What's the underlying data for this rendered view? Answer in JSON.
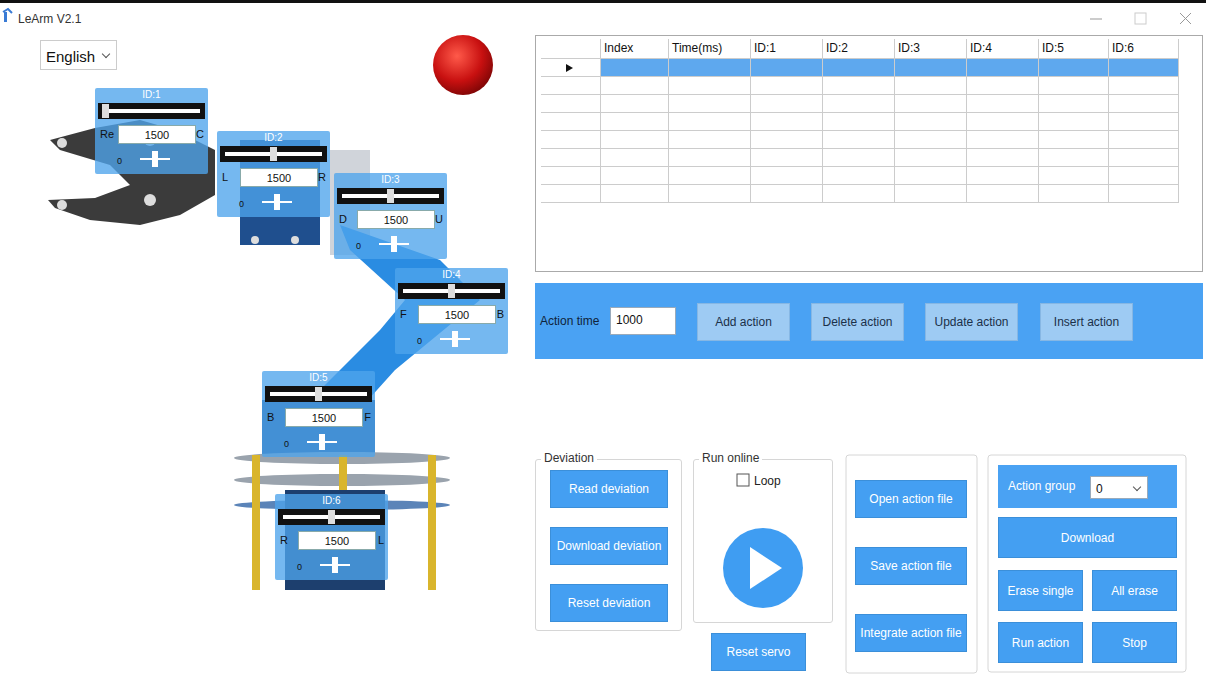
{
  "diagram": {
    "title": "LeArm V2.1",
    "nodes": [
      {
        "text": [
          "English"
        ]
      },
      {
        "text": [
          "ID:1",
          "Re",
          "C",
          "0"
        ]
      },
      {
        "text": [
          "1500"
        ],
        "in": 1
      },
      {
        "text": [
          "ID:2",
          "L",
          "R",
          "0"
        ]
      },
      {
        "text": [
          "1500"
        ],
        "in": 3
      },
      {
        "text": [
          "ID:3",
          "D",
          "U",
          "0"
        ]
      },
      {
        "text": [
          "1500"
        ],
        "in": 5
      },
      {
        "text": [
          "ID:4",
          "F",
          "B",
          "0"
        ]
      },
      {
        "text": [
          "1500"
        ],
        "in": 7
      },
      {
        "text": [
          "ID:5",
          "B",
          "F",
          "0"
        ]
      },
      {
        "text": [
          "1500"
        ],
        "in": 9
      },
      {
        "text": [
          "ID:6",
          "R",
          "L",
          "0"
        ]
      },
      {
        "text": [
          "1500"
        ],
        "in": 11
      },
      {
        "text": [
          "Action time"
        ]
      },
      {
        "text": [
          "1000"
        ],
        "in": 13
      },
      {
        "text": [
          "Add action"
        ],
        "in": 13
      },
      {
        "text": [
          "Delete action"
        ],
        "in": 13
      },
      {
        "text": [
          "Update action"
        ],
        "in": 13
      },
      {
        "text": [
          "Insert action"
        ],
        "in": 13
      },
      {
        "text": [
          "Deviation"
        ]
      },
      {
        "text": [
          "Read deviation"
        ],
        "in": 19
      },
      {
        "text": [
          "Download deviation"
        ],
        "in": 19
      },
      {
        "text": [
          "Reset deviation"
        ],
        "in": 19
      },
      {
        "text": [
          "Run online",
          "Loop"
        ]
      },
      {
        "text": [
          "Reset servo"
        ]
      },
      {
        "text": [
          "Open action file"
        ]
      },
      {
        "text": [
          "Save action file"
        ]
      },
      {
        "text": [
          "Integrate action file"
        ]
      },
      {
        "text": [
          "Action group"
        ]
      },
      {
        "text": [
          "0"
        ],
        "in": 28
      },
      {
        "text": [
          "Download"
        ]
      },
      {
        "text": [
          "Erase single"
        ]
      },
      {
        "text": [
          "All erase"
        ]
      },
      {
        "text": [
          "Run action"
        ]
      },
      {
        "text": [
          "Stop"
        ]
      }
    ],
    "labels": [
      "",
      "Index",
      "Time(ms)",
      "ID:1",
      "ID:2",
      "ID:3",
      "ID:4",
      "ID:5",
      "ID:6"
    ]
  }
}
